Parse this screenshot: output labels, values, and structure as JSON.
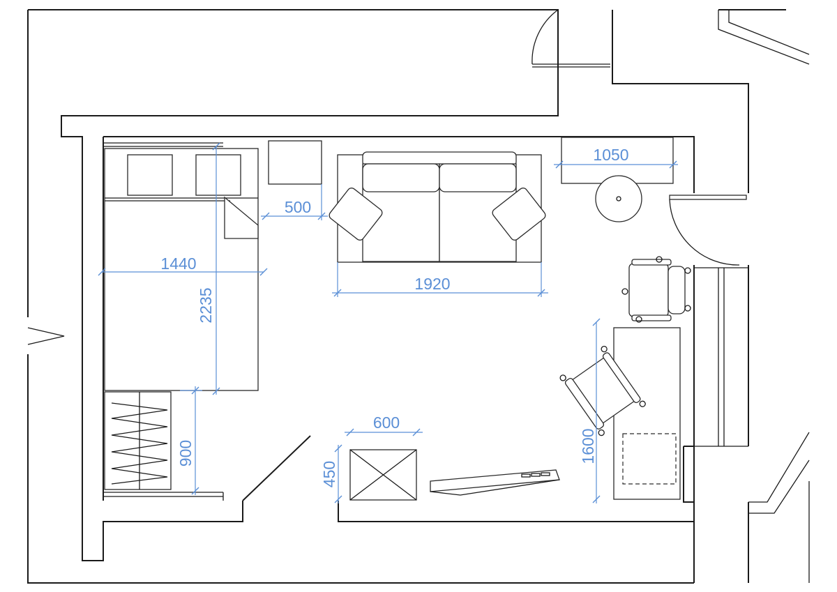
{
  "colors": {
    "wall": "#1a1a1a",
    "dimension": "#5b8fd6",
    "background": "#ffffff"
  },
  "dimensions": {
    "bed_width": "1440",
    "bed_length": "2235",
    "nightstand_gap": "500",
    "sofa_width": "1920",
    "shelf_width": "1050",
    "desk_length": "1600",
    "cabinet_width": "600",
    "cabinet_depth": "450",
    "wardrobe_width": "900"
  }
}
